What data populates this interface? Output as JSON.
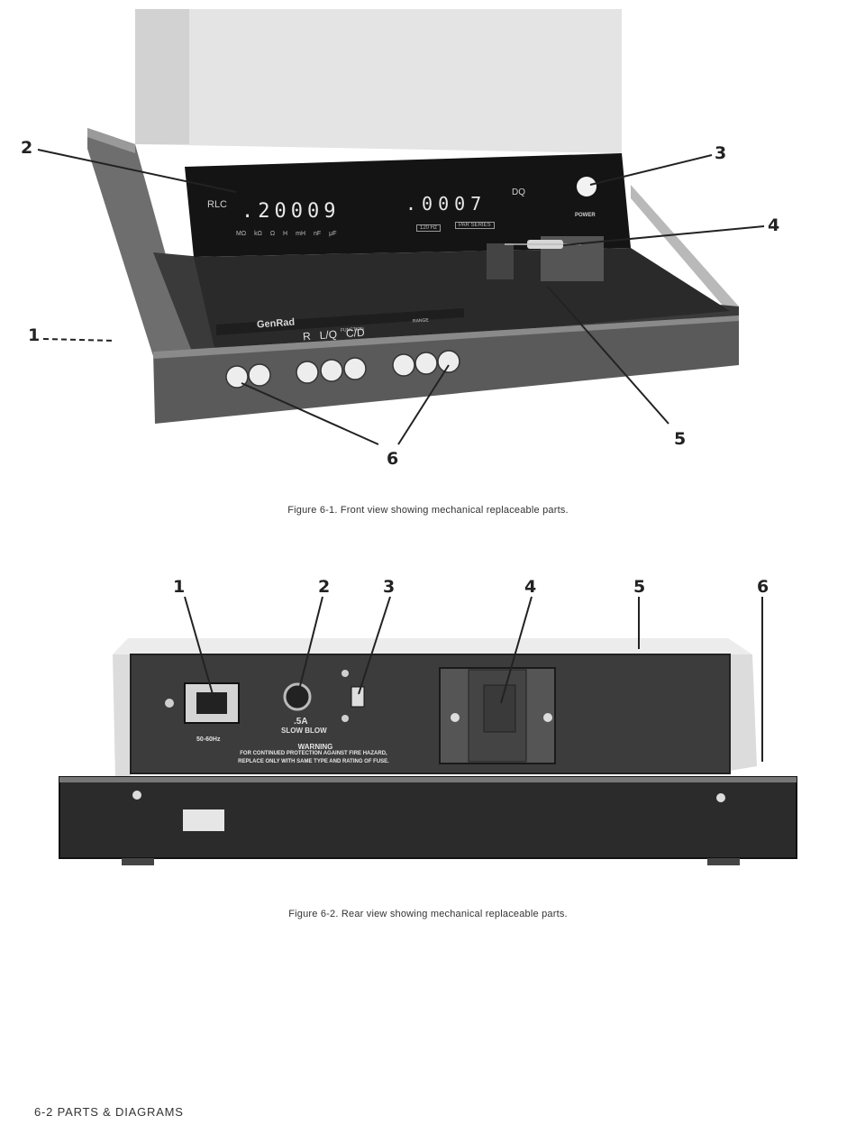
{
  "figure1": {
    "caption": "Figure 6-1. Front view showing mechanical replaceable parts.",
    "callouts": [
      "1",
      "2",
      "3",
      "4",
      "5",
      "6"
    ],
    "panel": {
      "rlc_label": "RLC",
      "display_left": ".20009",
      "display_right": ".0007",
      "dq_label": "DQ",
      "units": [
        "MΩ",
        "kΩ",
        "Ω",
        "H",
        "mH",
        "nF",
        "μF"
      ],
      "freq_label": "120 Hz",
      "mode_label": "PAR SERIES",
      "power_label": "POWER",
      "brand": "GenRad",
      "function_label": "FUNCTION",
      "function_keys": "R   L/Q   C/D",
      "range_label": "RANGE"
    }
  },
  "figure2": {
    "caption": "Figure 6-2. Rear view showing mechanical replaceable parts.",
    "callouts": [
      "1",
      "2",
      "3",
      "4",
      "5",
      "6"
    ],
    "panel": {
      "freq_label": "50-60Hz",
      "fuse_rating": ".5A",
      "fuse_type": "SLOW BLOW",
      "warning_title": "WARNING",
      "warning_line1": "FOR CONTINUED PROTECTION AGAINST FIRE HAZARD,",
      "warning_line2": "REPLACE ONLY WITH SAME TYPE AND RATING OF FUSE."
    }
  },
  "footer": "6-2 PARTS & DIAGRAMS"
}
